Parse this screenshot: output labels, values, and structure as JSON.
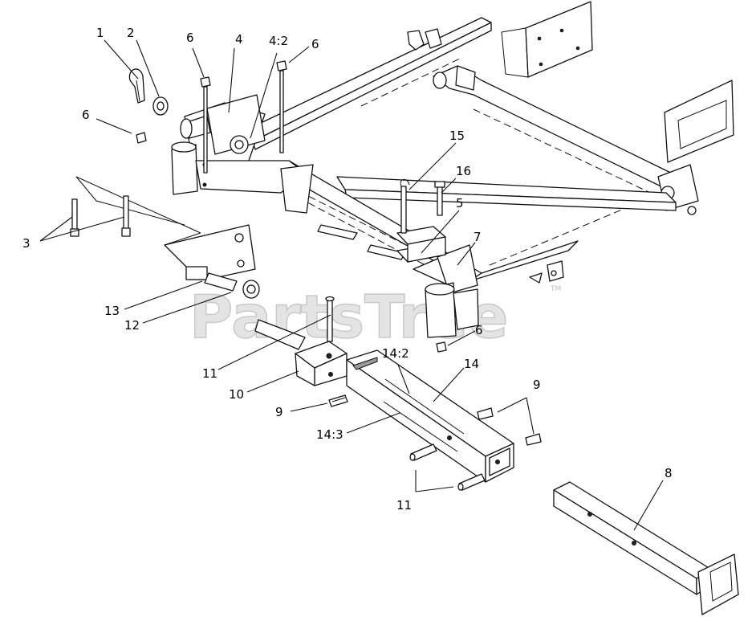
{
  "watermark": {
    "text": "PartsTree",
    "mark": "TM"
  },
  "callouts": [
    {
      "id": "c1",
      "label": "1"
    },
    {
      "id": "c2",
      "label": "2"
    },
    {
      "id": "c6a",
      "label": "6"
    },
    {
      "id": "c4",
      "label": "4"
    },
    {
      "id": "c42",
      "label": "4:2"
    },
    {
      "id": "c6b",
      "label": "6"
    },
    {
      "id": "c6c",
      "label": "6"
    },
    {
      "id": "c15",
      "label": "15"
    },
    {
      "id": "c16",
      "label": "16"
    },
    {
      "id": "c5",
      "label": "5"
    },
    {
      "id": "c7",
      "label": "7"
    },
    {
      "id": "c3",
      "label": "3"
    },
    {
      "id": "c13",
      "label": "13"
    },
    {
      "id": "c12",
      "label": "12"
    },
    {
      "id": "c6d",
      "label": "6"
    },
    {
      "id": "c11a",
      "label": "11"
    },
    {
      "id": "c142",
      "label": "14:2"
    },
    {
      "id": "c14",
      "label": "14"
    },
    {
      "id": "c10",
      "label": "10"
    },
    {
      "id": "c9a",
      "label": "9"
    },
    {
      "id": "c9b",
      "label": "9"
    },
    {
      "id": "c143",
      "label": "14:3"
    },
    {
      "id": "c11b",
      "label": "11"
    },
    {
      "id": "c8",
      "label": "8"
    }
  ]
}
